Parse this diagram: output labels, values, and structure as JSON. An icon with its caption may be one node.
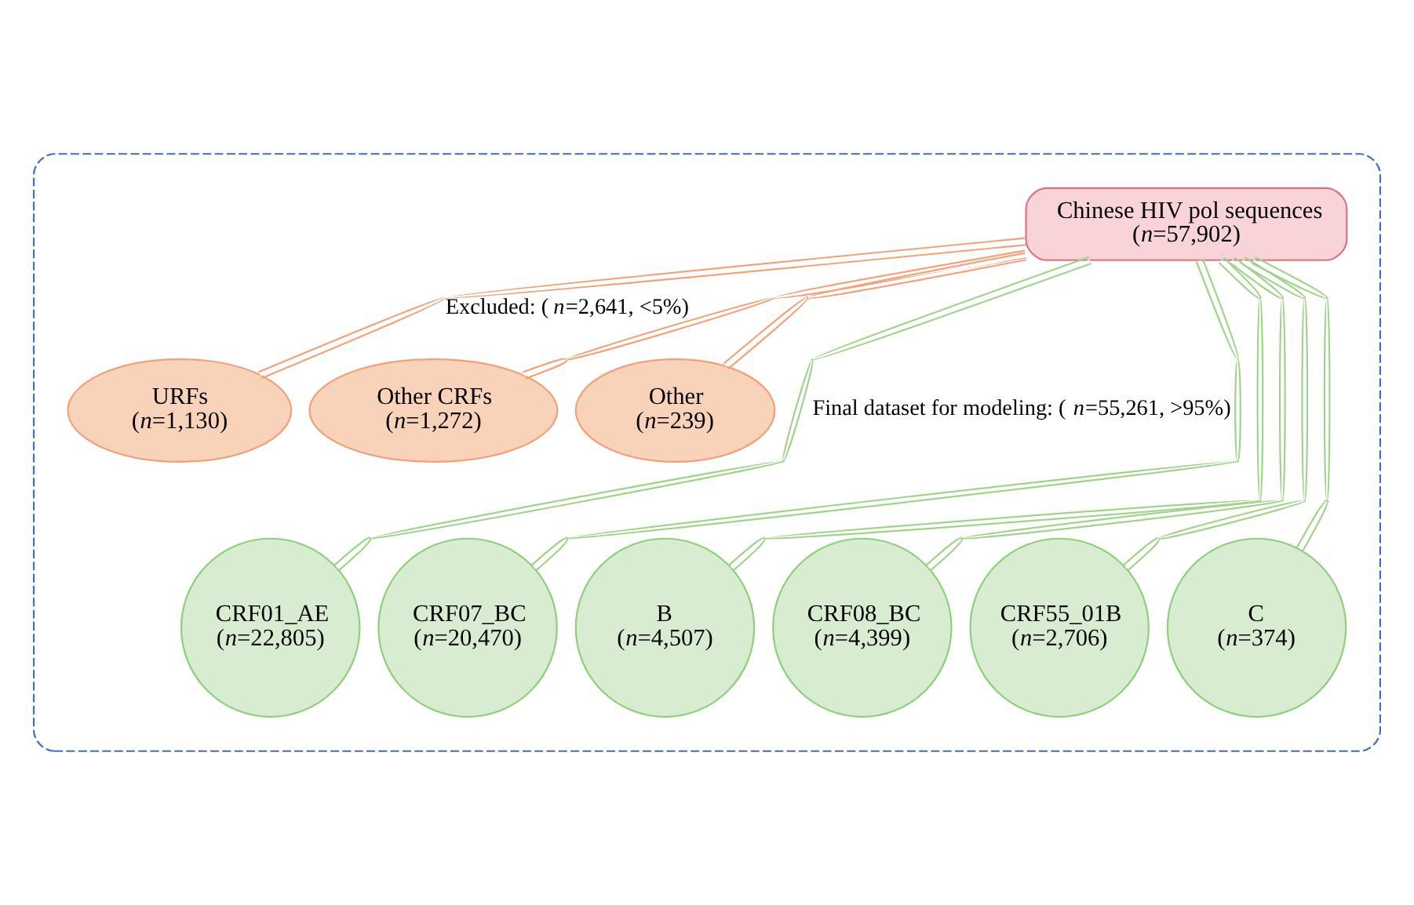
{
  "diagram": {
    "nodes": [
      {
        "text": [],
        "shape": "box"
      },
      {
        "text": [
          "Chinese HIV pol sequences",
          "(*n*=57,902)"
        ],
        "in": 0
      },
      {
        "text": [
          "URFs",
          "(*n*=1,130)"
        ],
        "in": 0
      },
      {
        "text": [
          "Other CRFs",
          "(*n*=1,272)"
        ],
        "in": 0
      },
      {
        "text": [
          "Other",
          "(*n*=239)"
        ],
        "in": 0
      },
      {
        "text": [
          "CRF01_AE",
          "(*n*=22,805)"
        ],
        "in": 0
      },
      {
        "text": [
          "CRF07_BC",
          "(*n*=20,470)"
        ],
        "in": 0
      },
      {
        "text": [
          "B",
          "(*n*=4,507)"
        ],
        "in": 0
      },
      {
        "text": [
          "CRF08_BC",
          "(*n*=4,399)"
        ],
        "in": 0
      },
      {
        "text": [
          "CRF55_01B",
          "(*n*=2,706)"
        ],
        "in": 0
      },
      {
        "text": [
          "C",
          "(*n*=374)"
        ],
        "in": 0
      }
    ],
    "edges": [
      {
        "from": 1,
        "to": 2,
        "arrow": "none",
        "color": "#f4a27a",
        "label": "Excluded: (*n*=2,641, <5%)"
      },
      {
        "from": 1,
        "to": 3,
        "arrow": "none",
        "color": "#f4a27a"
      },
      {
        "from": 1,
        "to": 4,
        "arrow": "none",
        "color": "#f4a27a"
      },
      {
        "from": 1,
        "to": 5,
        "arrow": "none",
        "label": "Final dataset for modeling: (*n*=55,261, >95%)"
      },
      {
        "from": 1,
        "to": 6,
        "arrow": "none"
      },
      {
        "from": 1,
        "to": 7,
        "arrow": "none"
      },
      {
        "from": 1,
        "to": 8,
        "arrow": "none"
      },
      {
        "from": 1,
        "to": 9,
        "arrow": "none"
      },
      {
        "from": 1,
        "to": 10,
        "arrow": "none"
      }
    ]
  }
}
